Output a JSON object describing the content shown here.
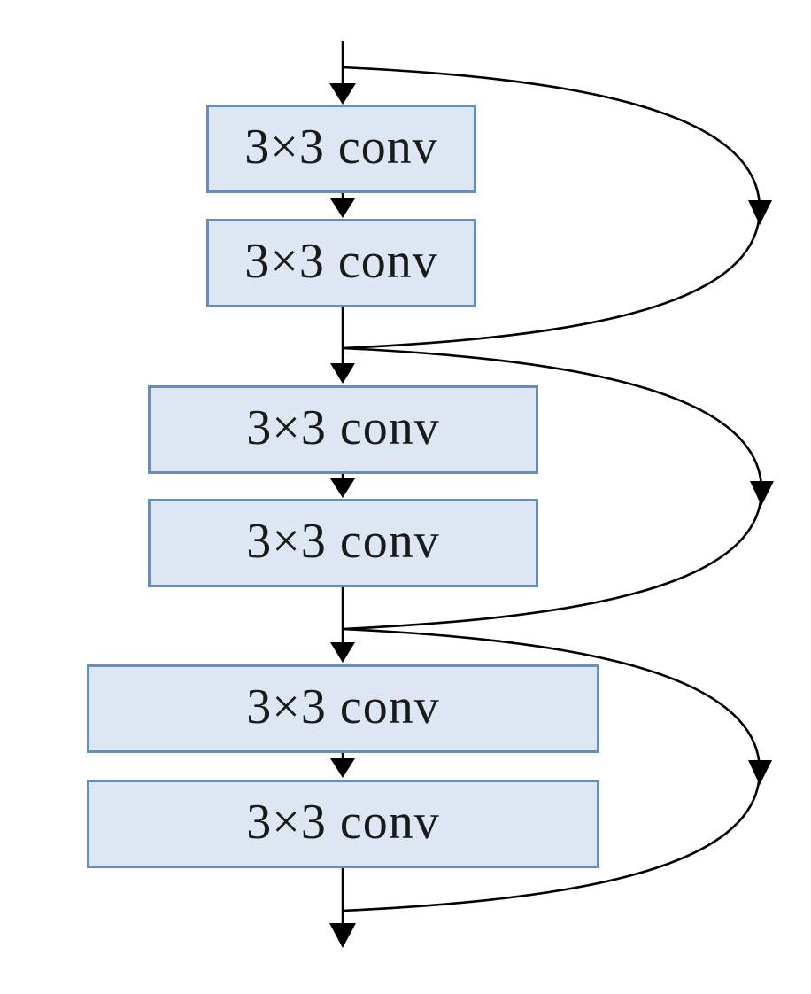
{
  "diagram": {
    "boxes": [
      {
        "label": "3×3 conv"
      },
      {
        "label": "3×3 conv"
      },
      {
        "label": "3×3 conv"
      },
      {
        "label": "3×3 conv"
      },
      {
        "label": "3×3 conv"
      },
      {
        "label": "3×3 conv"
      }
    ],
    "connectors": [
      {
        "name": "input-arrow"
      },
      {
        "name": "skip-connection-1"
      },
      {
        "name": "skip-connection-2"
      },
      {
        "name": "skip-connection-3"
      },
      {
        "name": "output-arrow"
      }
    ],
    "colors": {
      "background": "#ffffff",
      "box_fill": "#dce7f3",
      "box_border": "#698cbe",
      "arrow": "#000000",
      "text": "#1a1a1a"
    }
  }
}
